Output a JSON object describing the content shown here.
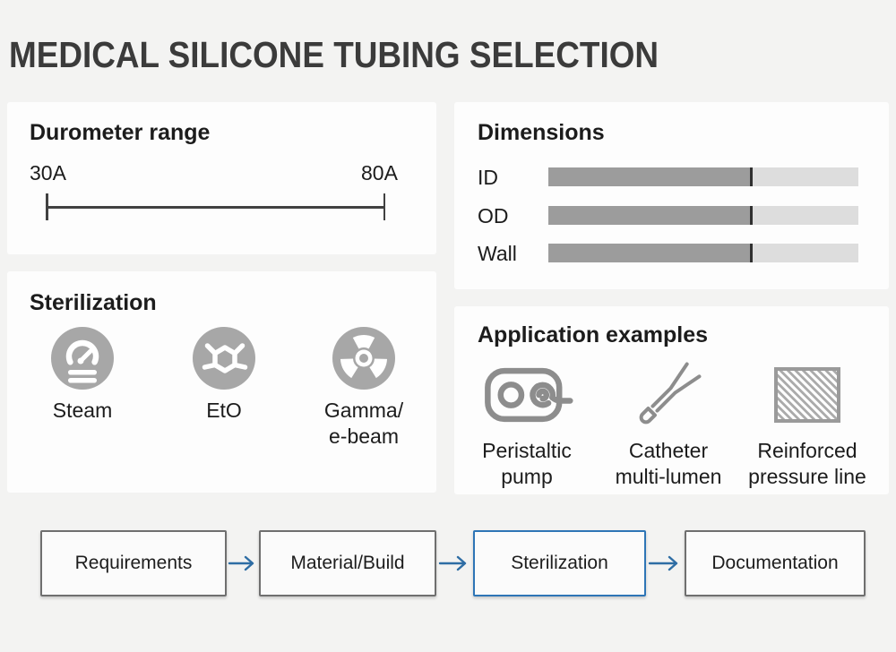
{
  "page": {
    "title": "MEDICAL SILICONE TUBING SELECTION"
  },
  "panels": {
    "durometer": {
      "title": "Durometer range",
      "min_label": "30A",
      "max_label": "80A"
    },
    "dimensions": {
      "title": "Dimensions",
      "rows": [
        {
          "label": "ID",
          "fill_pct": 65
        },
        {
          "label": "OD",
          "fill_pct": 65
        },
        {
          "label": "Wall",
          "fill_pct": 65
        }
      ],
      "colors": {
        "fill": "#9c9c9c",
        "marker": "#303030",
        "track": "#dddddd"
      }
    },
    "sterilization": {
      "title": "Sterilization",
      "methods": [
        {
          "label": "Steam",
          "icon": "gauge-icon"
        },
        {
          "label": "EtO",
          "icon": "molecule-icon"
        },
        {
          "label": "Gamma/\ne-beam",
          "icon": "radiation-icon"
        }
      ]
    },
    "applications": {
      "title": "Application examples",
      "items": [
        {
          "label": "Peristaltic\npump",
          "icon": "peristaltic-pump-icon"
        },
        {
          "label": "Catheter\nmulti-lumen",
          "icon": "catheter-icon"
        },
        {
          "label": "Reinforced\npressure line",
          "icon": "hatched-square-icon"
        }
      ]
    }
  },
  "workflow": {
    "steps": [
      {
        "label": "Requirements",
        "active": false
      },
      {
        "label": "Material/Build",
        "active": false
      },
      {
        "label": "Sterilization",
        "active": true
      },
      {
        "label": "Documentation",
        "active": false
      }
    ],
    "active_border_color": "#2e75b6",
    "arrow_color": "#2e6da4"
  }
}
